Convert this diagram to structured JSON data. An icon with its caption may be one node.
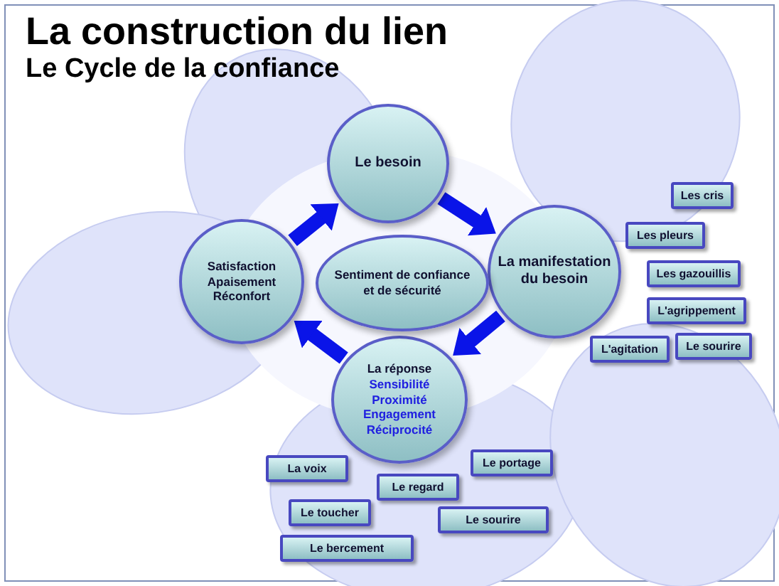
{
  "diagram": {
    "title": "La construction du lien",
    "caption": "Le Cycle de la confiance",
    "nodes": [
      {
        "text": [
          "Le besoin"
        ]
      },
      {
        "text": [
          "La manifestation du besoin"
        ]
      },
      {
        "text": [
          "La réponse",
          "Sensibilité",
          "Proximité",
          "Engagement",
          "Réciprocité"
        ]
      },
      {
        "text": [
          "Satisfaction",
          "Apaisement",
          "Réconfort"
        ]
      },
      {
        "text": [
          "Sentiment de confiance et de sécurité"
        ]
      },
      {
        "text": [
          "Les cris"
        ]
      },
      {
        "text": [
          "Les pleurs"
        ]
      },
      {
        "text": [
          "Les gazouillis"
        ]
      },
      {
        "text": [
          "L'agrippement"
        ]
      },
      {
        "text": [
          "L'agitation"
        ]
      },
      {
        "text": [
          "Le sourire"
        ]
      },
      {
        "text": [
          "La voix"
        ]
      },
      {
        "text": [
          "Le portage"
        ]
      },
      {
        "text": [
          "Le regard"
        ]
      },
      {
        "text": [
          "Le toucher"
        ]
      },
      {
        "text": [
          "Le sourire"
        ]
      },
      {
        "text": [
          "Le bercement"
        ]
      }
    ],
    "edges": [
      {
        "from": 3,
        "to": 0,
        "arrow": "to"
      },
      {
        "from": 0,
        "to": 1,
        "arrow": "to"
      },
      {
        "from": 1,
        "to": 2,
        "arrow": "to"
      },
      {
        "from": 2,
        "to": 3,
        "arrow": "to"
      }
    ]
  }
}
